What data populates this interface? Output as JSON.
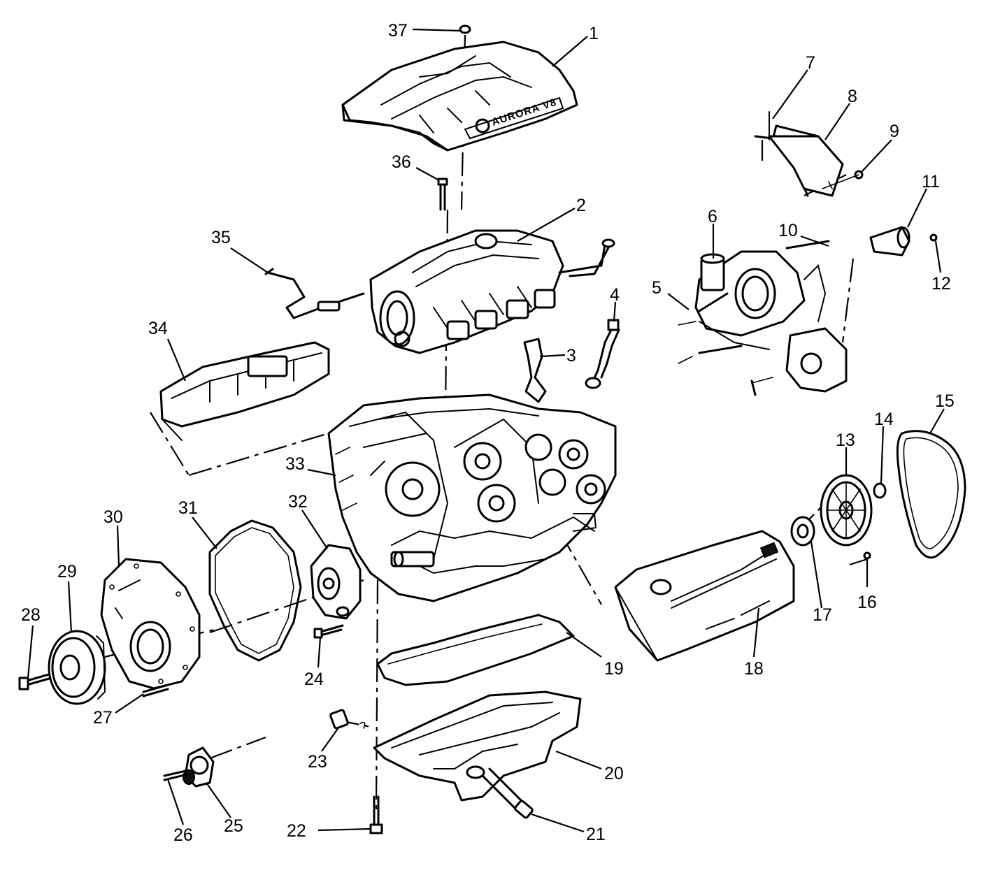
{
  "diagram": {
    "engine_badge": "AURORA V8",
    "callouts": [
      "1",
      "2",
      "3",
      "4",
      "5",
      "6",
      "7",
      "8",
      "9",
      "10",
      "11",
      "12",
      "13",
      "14",
      "15",
      "16",
      "17",
      "18",
      "19",
      "20",
      "21",
      "22",
      "23",
      "24",
      "25",
      "26",
      "27",
      "28",
      "29",
      "30",
      "31",
      "32",
      "33",
      "34",
      "35",
      "36",
      "37"
    ]
  }
}
